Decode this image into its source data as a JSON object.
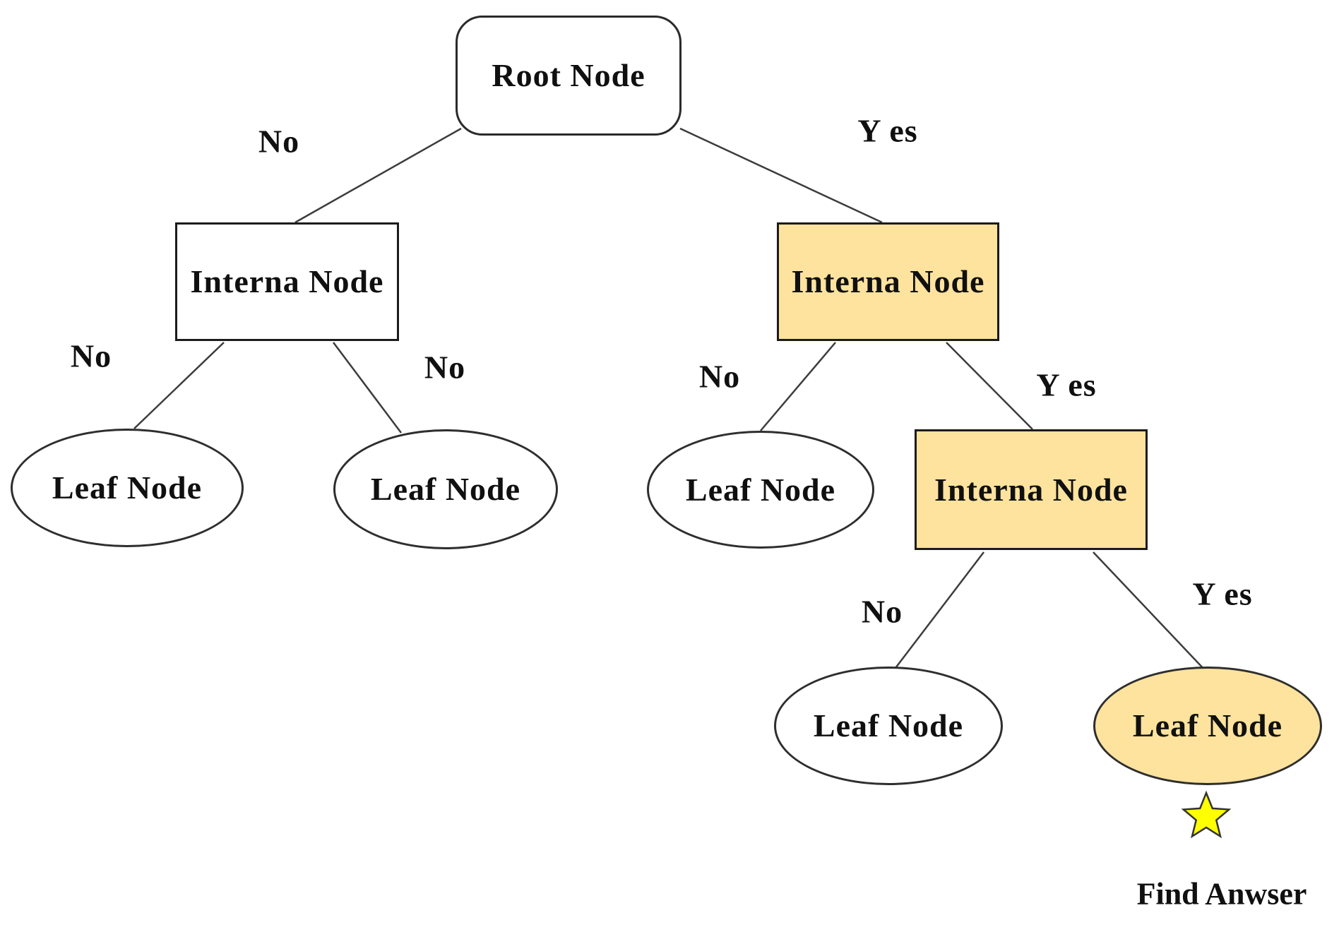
{
  "diagram": {
    "nodes": {
      "root": {
        "label": "Root Node",
        "highlighted": false
      },
      "internal_left": {
        "label": "Interna Node",
        "highlighted": false
      },
      "internal_right": {
        "label": "Interna Node",
        "highlighted": true
      },
      "internal_right2": {
        "label": "Interna Node",
        "highlighted": true
      },
      "leaf_left_1": {
        "label": "Leaf Node",
        "highlighted": false
      },
      "leaf_left_2": {
        "label": "Leaf Node",
        "highlighted": false
      },
      "leaf_right_1": {
        "label": "Leaf Node",
        "highlighted": false
      },
      "leaf_bottom_1": {
        "label": "Leaf Node",
        "highlighted": false
      },
      "leaf_bottom_2": {
        "label": "Leaf Node",
        "highlighted": true
      }
    },
    "edge_labels": {
      "root_left": "No",
      "root_right": "Y es",
      "internal_left_left": "No",
      "internal_left_right": "No",
      "internal_right_left": "No",
      "internal_right_right": "Y es",
      "internal_right2_left": "No",
      "internal_right2_right": "Y es"
    },
    "caption": "Find Anwser",
    "colors": {
      "highlight_fill": "#FDE39E",
      "node_fill": "#FFFFFF",
      "node_border": "#1C1C1C",
      "edge_line": "#3C3C3C",
      "star_fill": "#FFFF00",
      "star_border": "#333333",
      "text": "#101010"
    }
  }
}
